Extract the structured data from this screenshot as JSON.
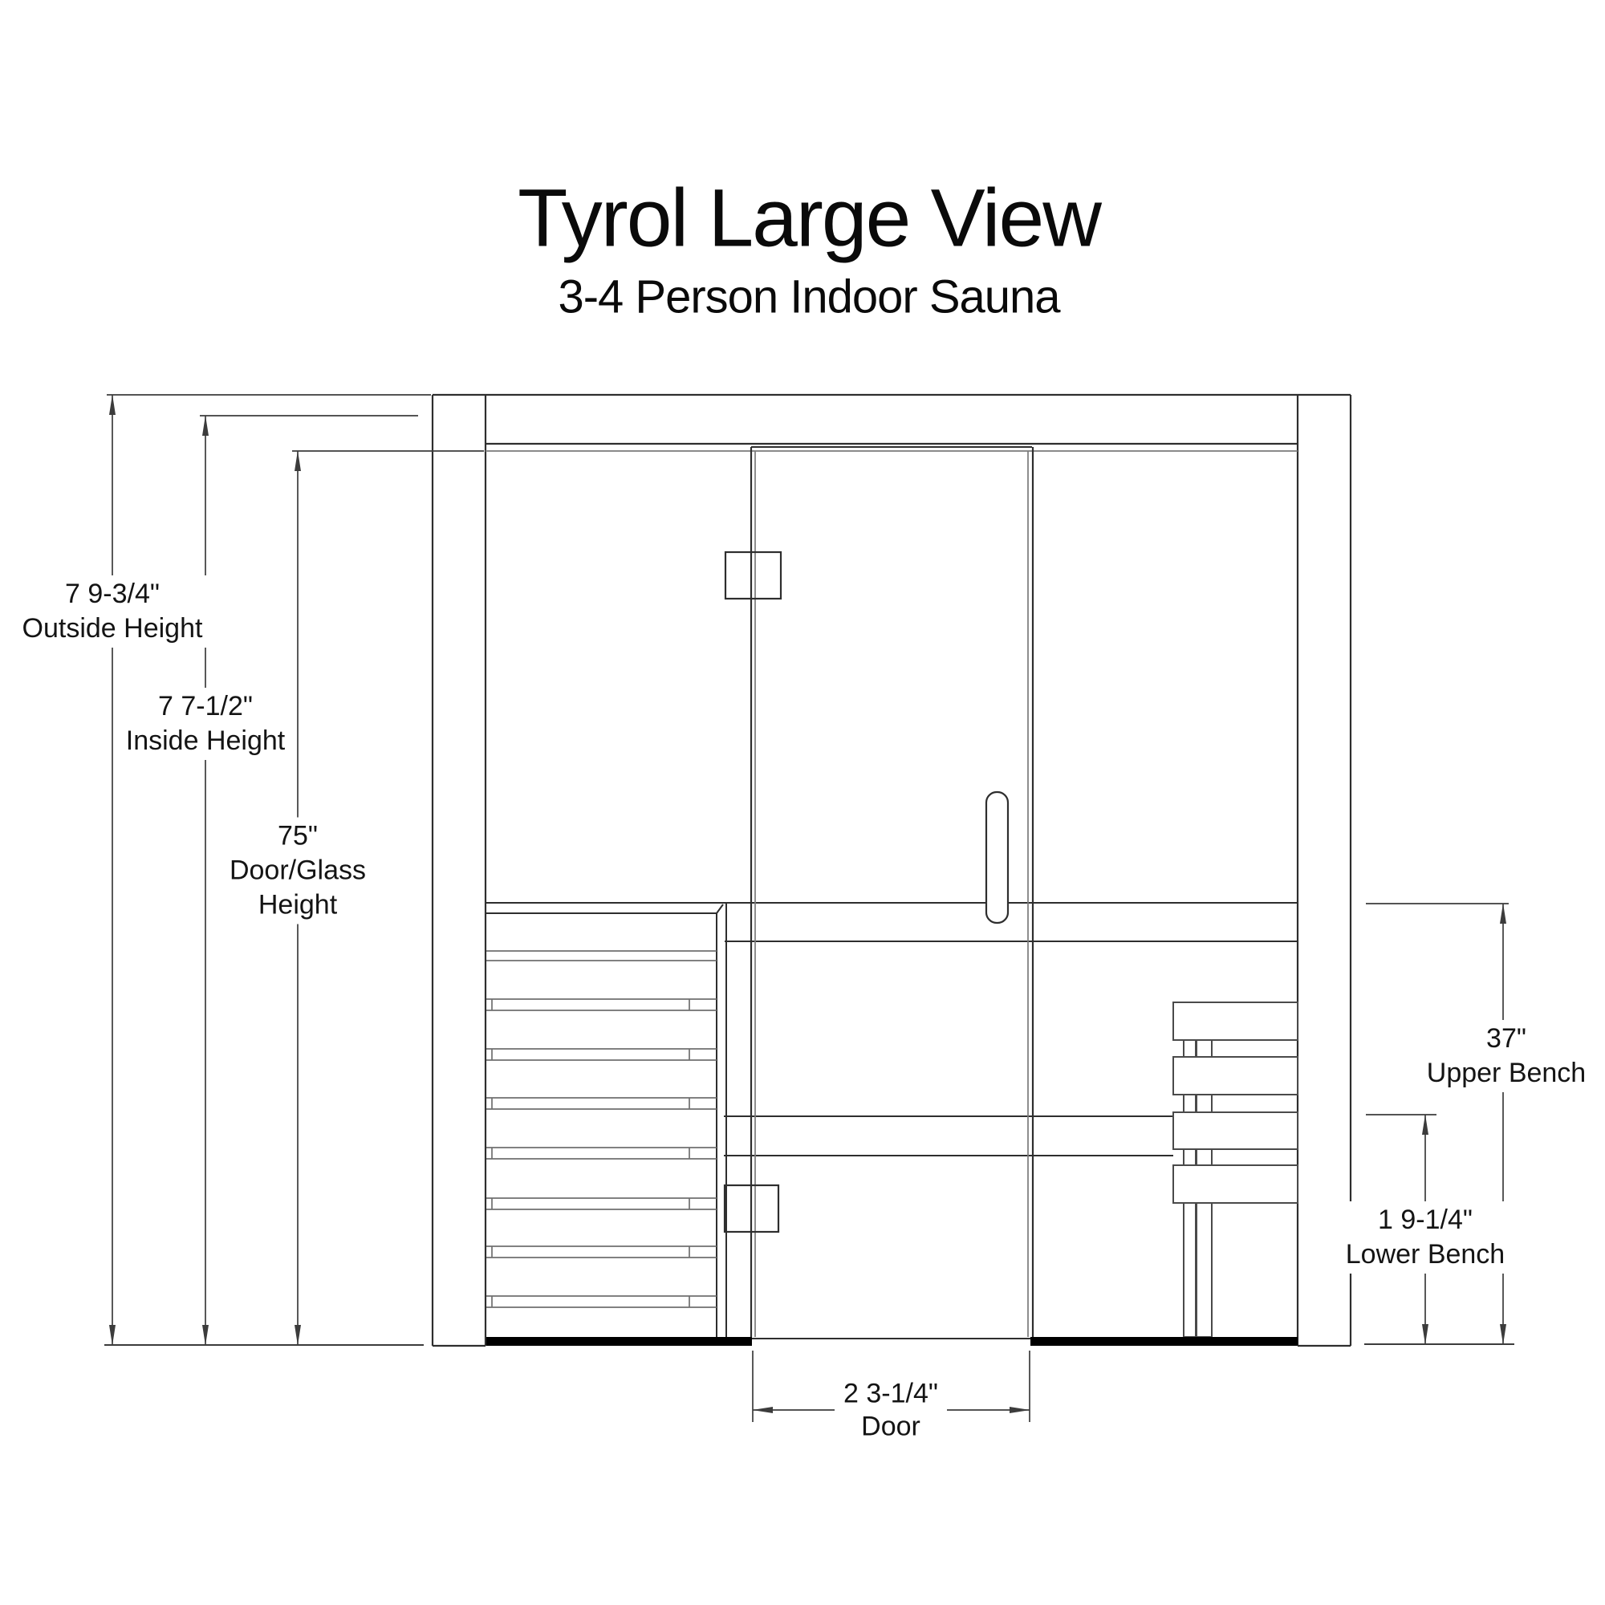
{
  "title": "Tyrol Large View",
  "subtitle": "3-4 Person Indoor Sauna",
  "dimensions": {
    "outside_height": {
      "value": "7 9-3/4\"",
      "label": "Outside Height"
    },
    "inside_height": {
      "value": "7 7-1/2\"",
      "label": "Inside Height"
    },
    "door_glass_height": {
      "value": "75\"",
      "label_line1": "Door/Glass",
      "label_line2": "Height"
    },
    "upper_bench": {
      "value": "37\"",
      "label": "Upper Bench"
    },
    "lower_bench": {
      "value": "1 9-1/4\"",
      "label": "Lower Bench"
    },
    "door_width": {
      "value": "2 3-1/4\"",
      "label": "Door"
    }
  },
  "colors": {
    "background": "#ffffff",
    "line": "#2e2e2e",
    "line_soft": "#7a7a7a",
    "bench_line": "#4a4a4a",
    "dimension_line": "#3c3c3c",
    "floor": "#000000",
    "text": "#141414"
  }
}
